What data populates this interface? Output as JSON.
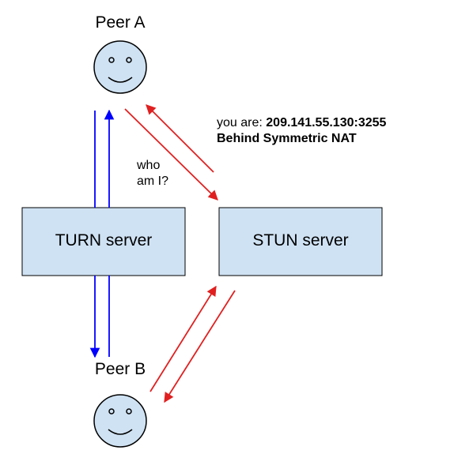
{
  "diagram": {
    "peers": {
      "a": {
        "label": "Peer A"
      },
      "b": {
        "label": "Peer B"
      }
    },
    "servers": {
      "turn": {
        "label": "TURN server"
      },
      "stun": {
        "label": "STUN server"
      }
    },
    "annotations": {
      "who_am_i_line1": "who",
      "who_am_i_line2": "am I?",
      "you_are_prefix": "you are:",
      "you_are_address": "209.141.55.130:3255",
      "nat_type": "Behind Symmetric NAT"
    },
    "colors": {
      "box_fill": "#cfe2f3",
      "box_stroke": "#000000",
      "face_fill": "#cfe2f3",
      "turn_link": "#0000ff",
      "stun_link": "#e02020"
    }
  }
}
